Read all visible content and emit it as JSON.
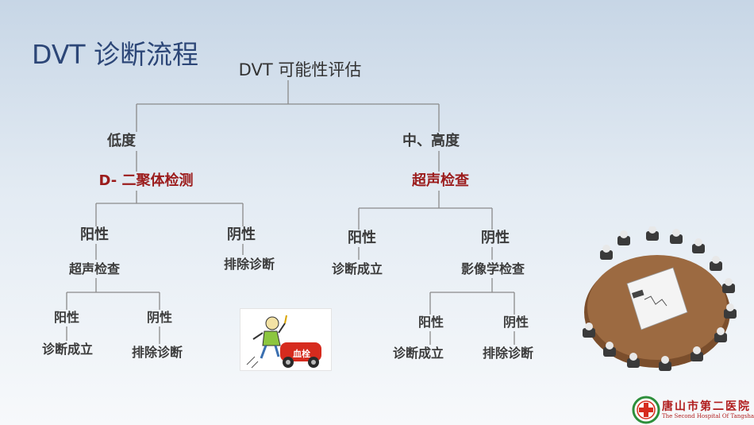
{
  "title": "DVT 诊断流程",
  "root": "DVT 可能性评估",
  "left_branch": {
    "probability": "低度",
    "test": "D- 二聚体检测",
    "positive": "阳性",
    "negative": "阴性",
    "positive_next": "超声检查",
    "negative_result": "排除诊断",
    "ultrasound_positive": "阳性",
    "ultrasound_negative": "阴性",
    "ultrasound_positive_result": "诊断成立",
    "ultrasound_negative_result": "排除诊断"
  },
  "right_branch": {
    "probability": "中、高度",
    "test": "超声检查",
    "positive": "阳性",
    "negative": "阴性",
    "positive_result": "诊断成立",
    "negative_next": "影像学检查",
    "imaging_positive": "阳性",
    "imaging_negative": "阴性",
    "imaging_positive_result": "诊断成立",
    "imaging_negative_result": "排除诊断"
  },
  "cartoon": {
    "label": "血栓"
  },
  "hospital_logo": {
    "name": "唐山市第二医院",
    "english": "The Second Hospital Of Tangshan"
  },
  "colors": {
    "title": "#2c4677",
    "highlight": "#9b1b1b",
    "line": "#8a8a8a"
  }
}
